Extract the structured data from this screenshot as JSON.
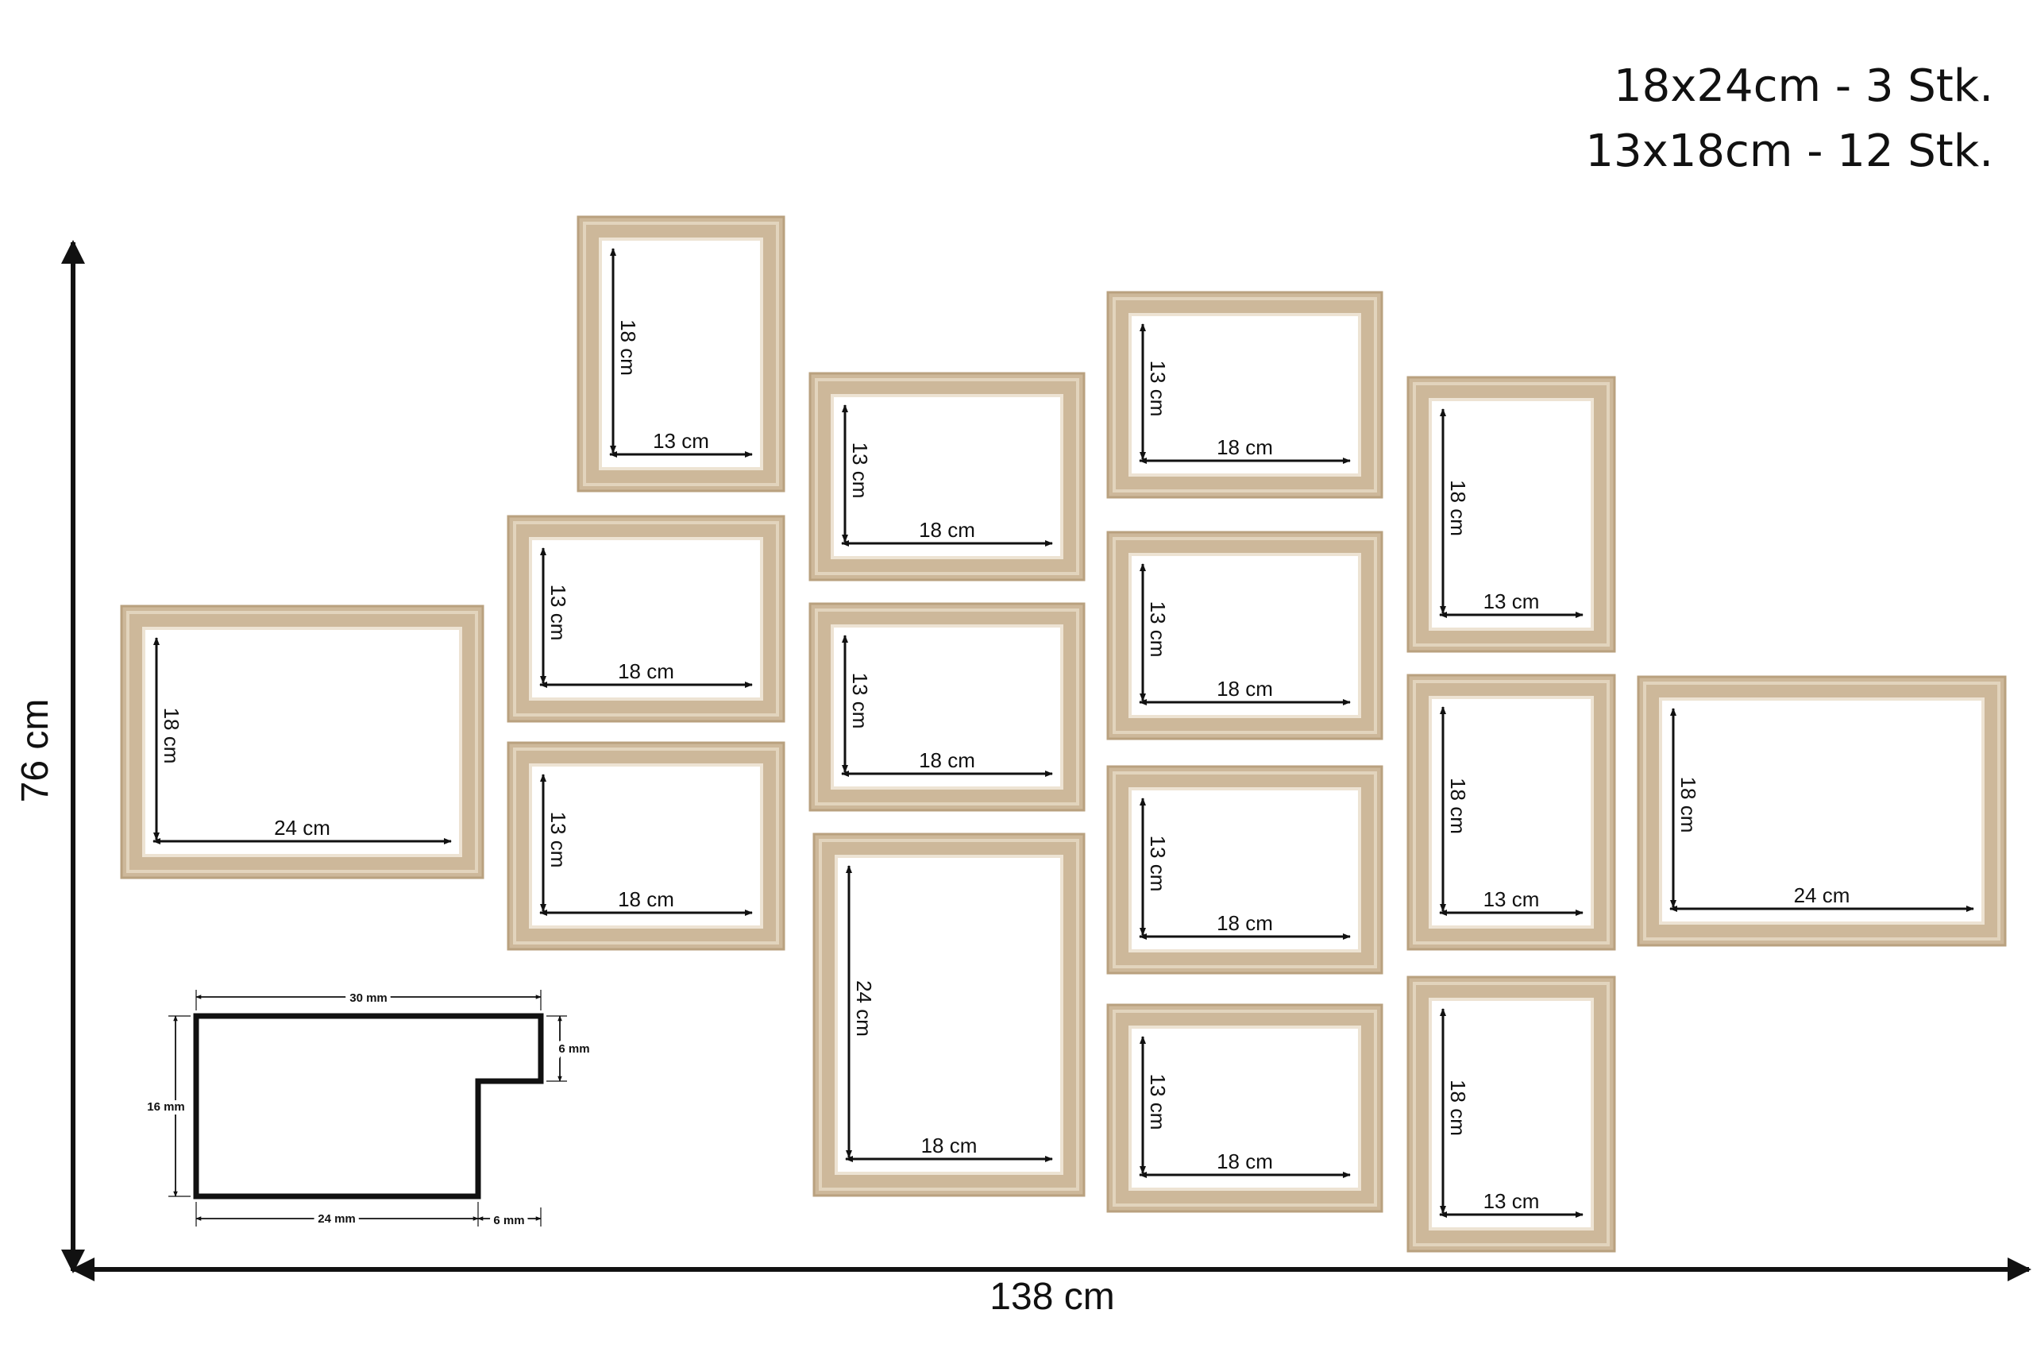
{
  "legend": {
    "line1": "18x24cm - 3 Stk.",
    "line2": "13x18cm - 12 Stk."
  },
  "overall": {
    "height_label": "76 cm",
    "width_label": "138 cm"
  },
  "frame_labels": {
    "w13": "13 cm",
    "w18": "18 cm",
    "w24": "24 cm"
  },
  "frames": [
    {
      "id": "frame-1",
      "size": "18x24",
      "orientation": "landscape",
      "width_label": "24 cm",
      "height_label": "18 cm"
    },
    {
      "id": "frame-2",
      "size": "13x18",
      "orientation": "portrait",
      "width_label": "13 cm",
      "height_label": "18 cm"
    },
    {
      "id": "frame-3",
      "size": "13x18",
      "orientation": "landscape",
      "width_label": "18 cm",
      "height_label": "13 cm"
    },
    {
      "id": "frame-4",
      "size": "13x18",
      "orientation": "landscape",
      "width_label": "18 cm",
      "height_label": "13 cm"
    },
    {
      "id": "frame-5",
      "size": "13x18",
      "orientation": "landscape",
      "width_label": "18 cm",
      "height_label": "13 cm"
    },
    {
      "id": "frame-6",
      "size": "13x18",
      "orientation": "landscape",
      "width_label": "18 cm",
      "height_label": "13 cm"
    },
    {
      "id": "frame-7",
      "size": "18x24",
      "orientation": "portrait",
      "width_label": "18 cm",
      "height_label": "24 cm"
    },
    {
      "id": "frame-8",
      "size": "13x18",
      "orientation": "landscape",
      "width_label": "18 cm",
      "height_label": "13 cm"
    },
    {
      "id": "frame-9",
      "size": "13x18",
      "orientation": "landscape",
      "width_label": "18 cm",
      "height_label": "13 cm"
    },
    {
      "id": "frame-10",
      "size": "13x18",
      "orientation": "landscape",
      "width_label": "18 cm",
      "height_label": "13 cm"
    },
    {
      "id": "frame-11",
      "size": "13x18",
      "orientation": "landscape",
      "width_label": "18 cm",
      "height_label": "13 cm"
    },
    {
      "id": "frame-12",
      "size": "13x18",
      "orientation": "portrait",
      "width_label": "13 cm",
      "height_label": "18 cm"
    },
    {
      "id": "frame-13",
      "size": "13x18",
      "orientation": "portrait",
      "width_label": "13 cm",
      "height_label": "18 cm"
    },
    {
      "id": "frame-14",
      "size": "13x18",
      "orientation": "portrait",
      "width_label": "13 cm",
      "height_label": "18 cm"
    },
    {
      "id": "frame-15",
      "size": "18x24",
      "orientation": "landscape",
      "width_label": "24 cm",
      "height_label": "18 cm"
    }
  ],
  "profile": {
    "top_width": "30 mm",
    "height": "16 mm",
    "step_height": "6 mm",
    "bottom_width": "24 mm",
    "step_width": "6 mm"
  },
  "colors": {
    "frame_wood": "#cdb89a",
    "frame_wood_dark": "#b9a17f",
    "frame_inner": "#ede3d3",
    "ink": "#111111"
  }
}
